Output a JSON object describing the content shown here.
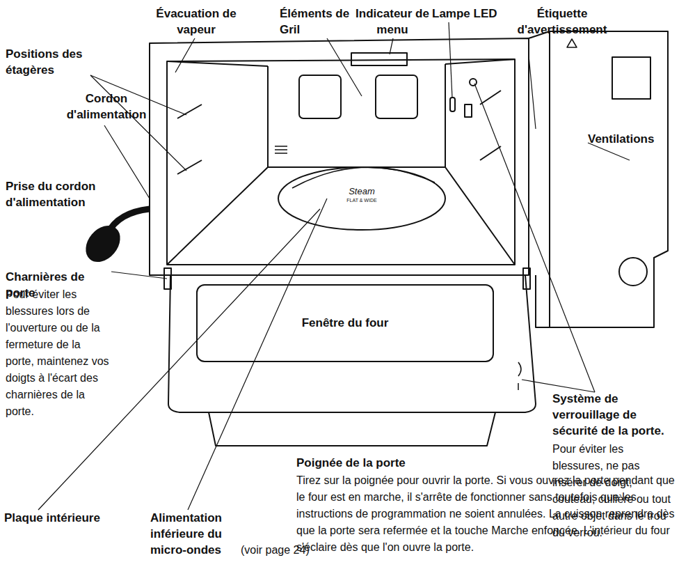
{
  "diagram": {
    "nodes": [
      {
        "text": [
          "Fenêtre du four"
        ]
      }
    ],
    "labels": [
      "Évacuation de vapeur",
      "Éléments de Gril",
      "Indicateur de menu",
      "Lampe LED",
      "Étiquette d'avertissement",
      "Positions des étagères",
      "Cordon d'alimentation",
      "Ventilations",
      "Prise du cordon d'alimentation",
      "Steam",
      "FLAT & WIDE",
      "Charnières de porte",
      "Pour éviter les blessures lors de l'ouverture ou de la fermeture de la porte, maintenez vos doigts à l'écart des charnières de la porte.",
      "Système de verrouillage de sécurité de la porte.",
      "Pour éviter les blessures, ne pas insérer de doigt, couteau, cuillère ou tout autre objet dans le trou du verrou.",
      "Poignée de la porte",
      "Tirez sur la poignée pour ouvrir la porte. Si vous ouvrez la porte pendant que le four est en marche, il s'arrête de fonctionner sans toutefois que les instructions de programmation ne soient annulées. La cuisson reprendra dès que la porte sera refermée et la touche Marche enfoncée. L'intérieur du four s'éclaire dès que l'on ouvre la porte.",
      "Plaque intérieure",
      "Alimentation inférieure du micro-ondes",
      "(voir page 24)"
    ]
  }
}
